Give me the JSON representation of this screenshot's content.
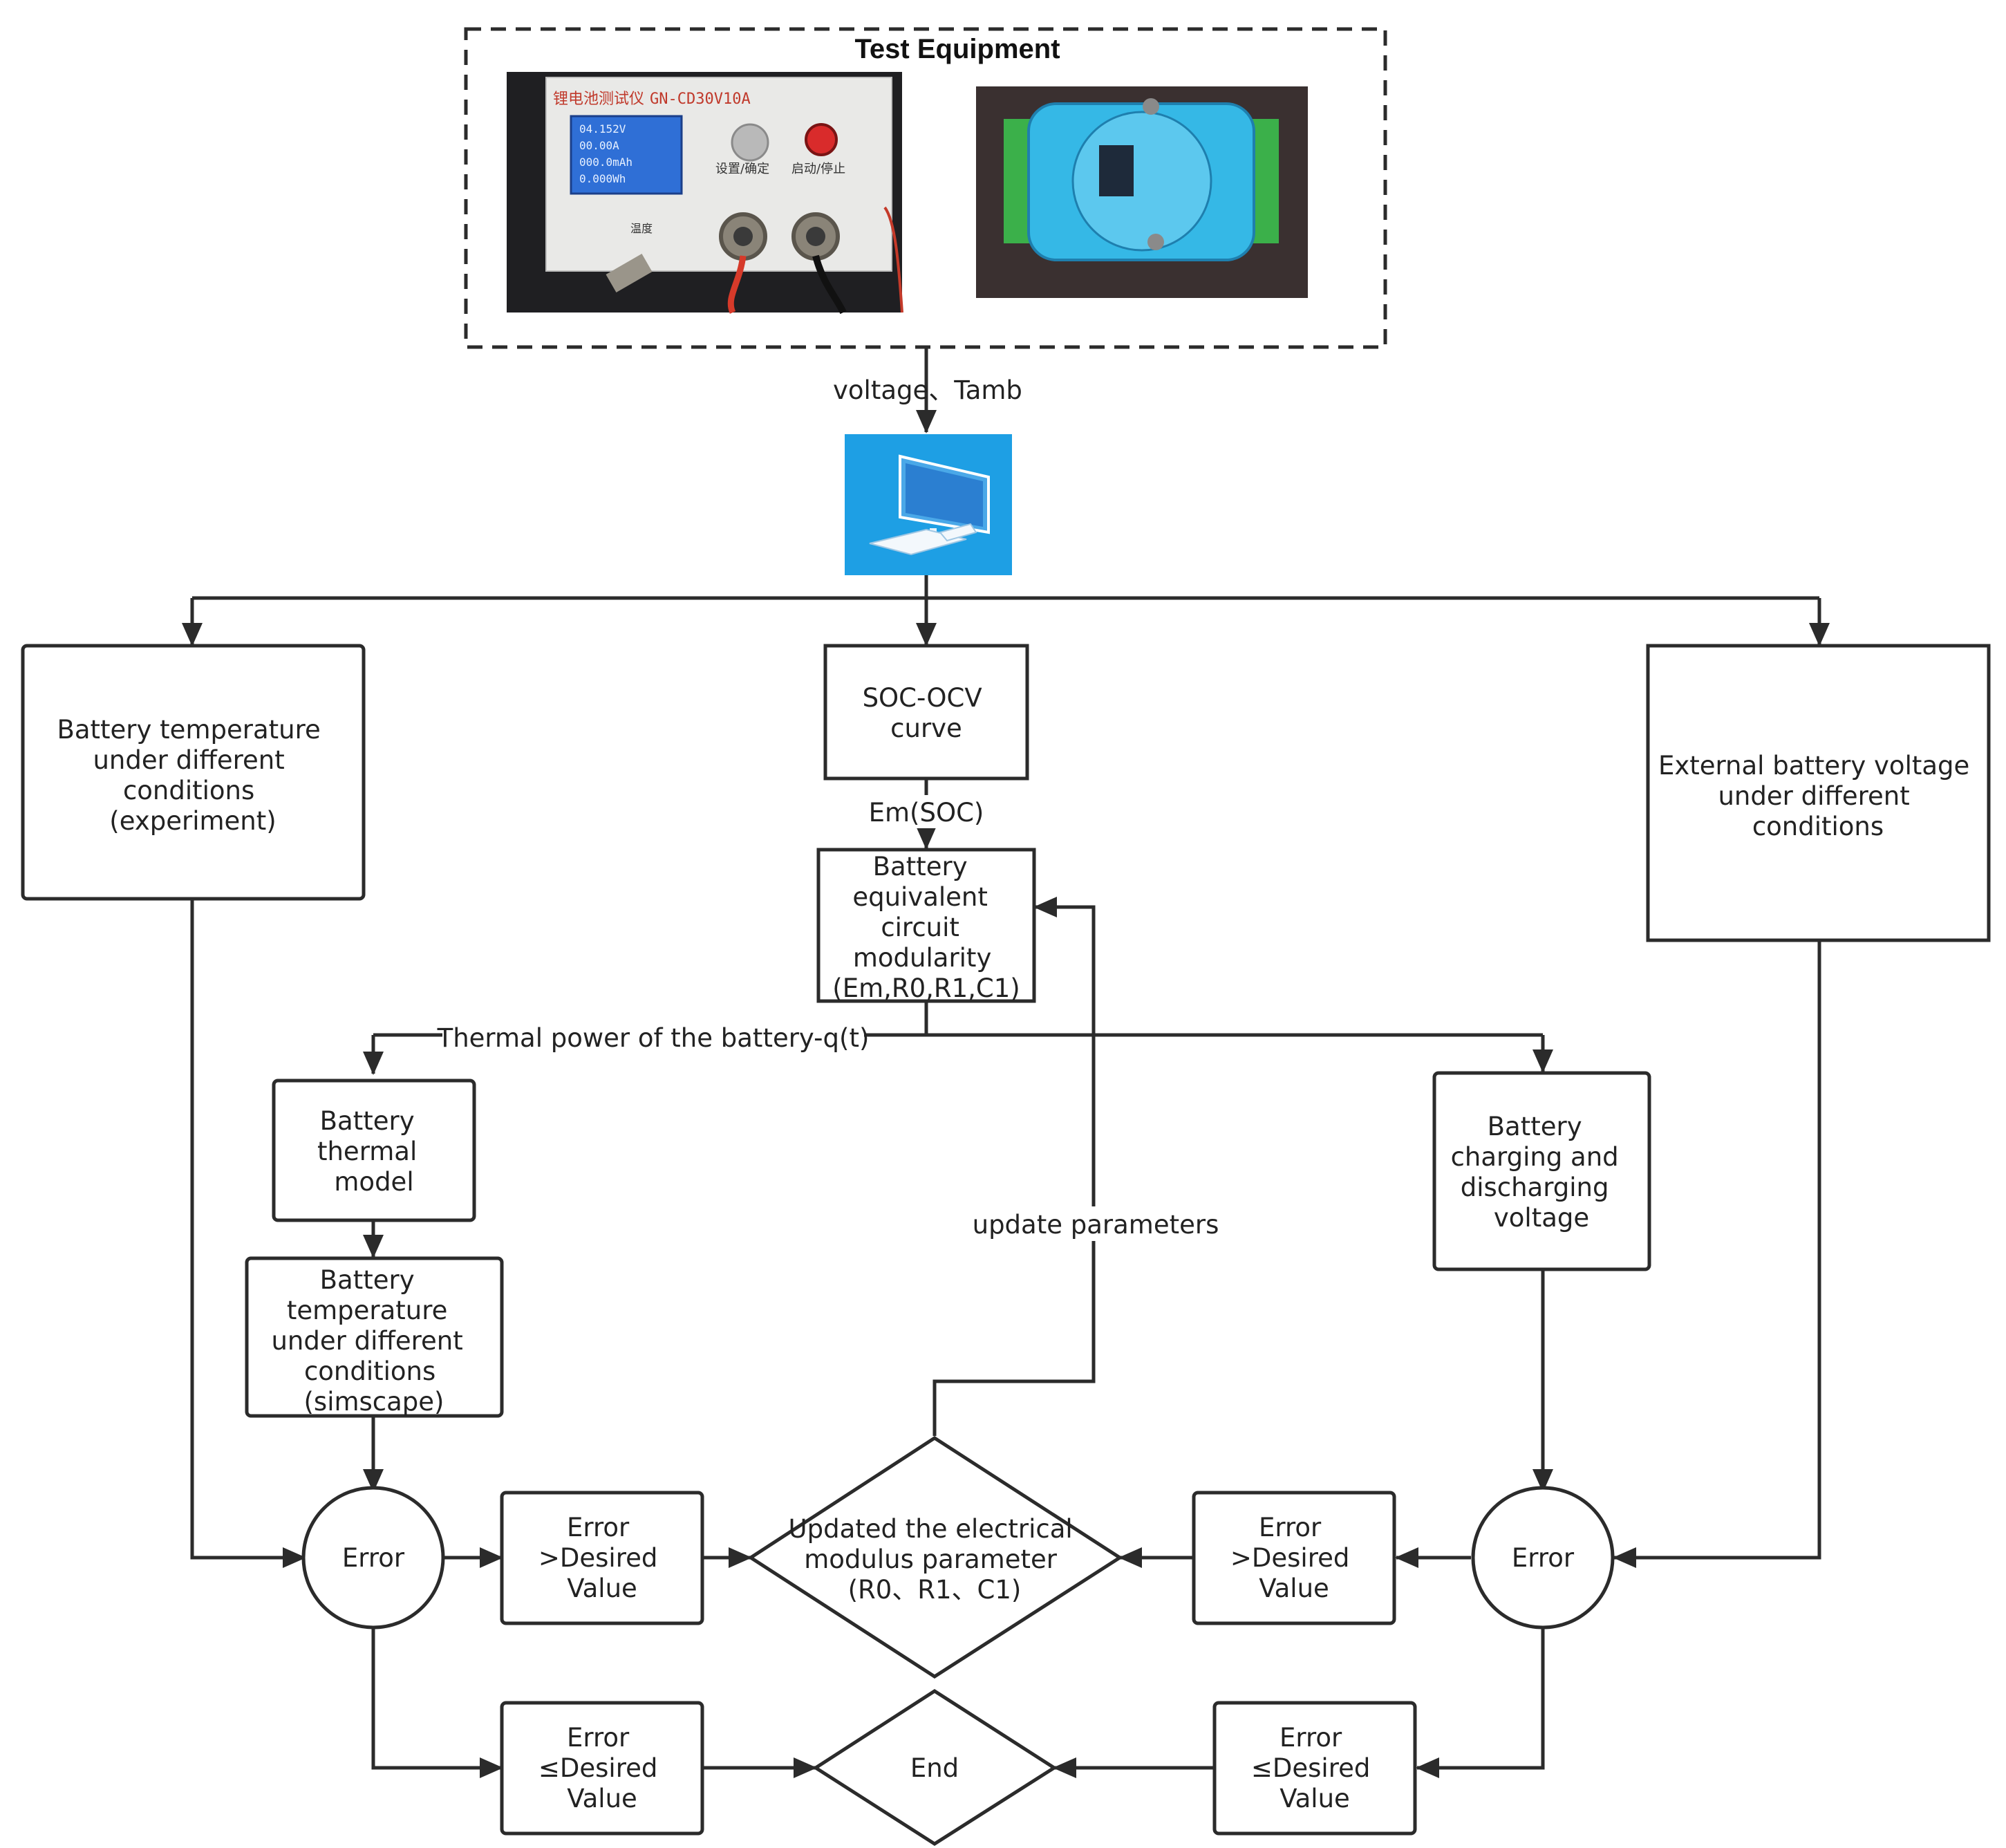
{
  "title": "Test Equipment",
  "edge_labels": {
    "voltage_tamb": "voltage、Tamb",
    "em_soc": "Em(SOC)",
    "thermal_power": "Thermal power of the battery-q(t)",
    "update_parameters": "update parameters"
  },
  "equipment": {
    "tester_brand": "锂电池测试仪",
    "tester_model": "GN-CD30V10A",
    "tester_screen": [
      "04.152V",
      "00.00A",
      "000.0mAh",
      "0.000Wh"
    ],
    "tester_button1": "设置/确定",
    "tester_button2": "启动/停止",
    "tester_port": "温度"
  },
  "icons": {
    "computer": "computer-icon"
  },
  "nodes": {
    "exp_temp": [
      "Battery temperature",
      "under different",
      "conditions",
      "(experiment)"
    ],
    "soc_ocv": [
      "SOC-OCV",
      "curve"
    ],
    "ext_voltage": [
      "External battery voltage",
      "under different",
      "conditions"
    ],
    "ecm": [
      "Battery",
      "equivalent",
      "circuit",
      "modularity",
      "(Em,R0,R1,C1)"
    ],
    "thermal_model": [
      "Battery",
      "thermal",
      "model"
    ],
    "sim_temp": [
      "Battery",
      "temperature",
      "under different",
      "conditions",
      "(simscape)"
    ],
    "charge_voltage": [
      "Battery",
      "charging and",
      "discharging",
      "voltage"
    ],
    "error_left": [
      "Error"
    ],
    "error_right": [
      "Error"
    ],
    "gt_left": [
      "Error",
      ">Desired",
      "Value"
    ],
    "gt_right": [
      "Error",
      ">Desired",
      "Value"
    ],
    "update_diamond": [
      "Updated the electrical",
      "modulus parameter",
      "(R0、R1、C1)"
    ],
    "le_left": [
      "Error",
      "≤Desired",
      "Value"
    ],
    "le_right": [
      "Error",
      "≤Desired",
      "Value"
    ],
    "end": [
      "End"
    ]
  },
  "colors": {
    "line": "#2b2b2b",
    "computer_bg": "#1e9fe4",
    "monitor": "#4aa8e8",
    "tester_body": "#e8e8e6",
    "tester_screen": "#2f6fd6",
    "module_body": "#35b8e6",
    "terminal": "#3bb04a"
  }
}
